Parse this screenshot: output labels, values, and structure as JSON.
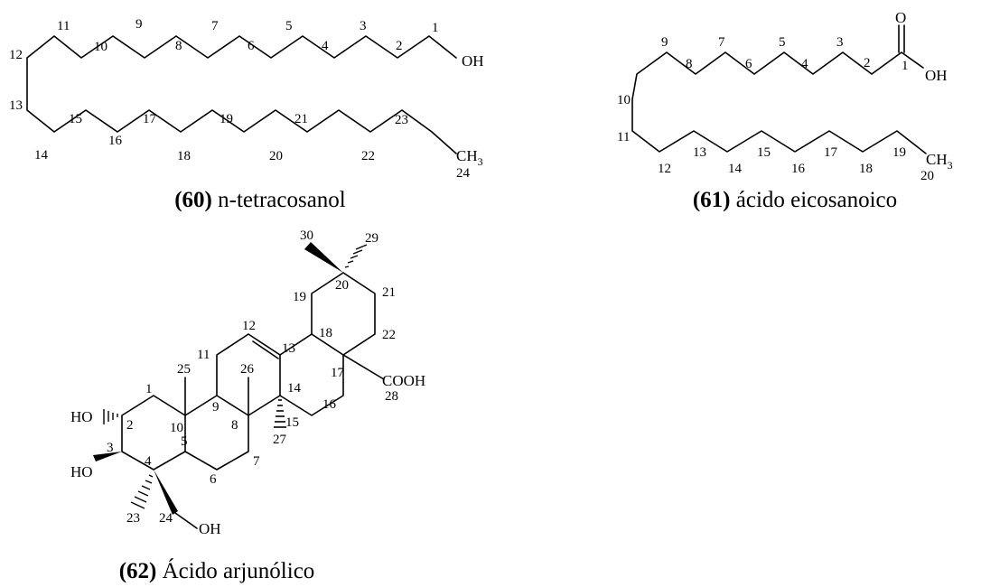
{
  "compounds": [
    {
      "number": "(60)",
      "name": "n-tetracosanol",
      "atoms": [
        "1",
        "2",
        "3",
        "4",
        "5",
        "6",
        "7",
        "8",
        "9",
        "10",
        "11",
        "12",
        "13",
        "14",
        "15",
        "16",
        "17",
        "18",
        "19",
        "20",
        "21",
        "22",
        "23",
        "24"
      ],
      "groups": {
        "oh": "OH",
        "ch": "CH",
        "sub3": "3"
      }
    },
    {
      "number": "(61)",
      "name": "ácido eicosanoico",
      "atoms": [
        "1",
        "2",
        "3",
        "4",
        "5",
        "6",
        "7",
        "8",
        "9",
        "10",
        "11",
        "12",
        "13",
        "14",
        "15",
        "16",
        "17",
        "18",
        "19",
        "20"
      ],
      "groups": {
        "o": "O",
        "oh": "OH",
        "ch": "CH",
        "sub3": "3"
      }
    },
    {
      "number": "(62)",
      "name": "Ácido arjunólico",
      "atoms": [
        "1",
        "2",
        "3",
        "4",
        "5",
        "6",
        "7",
        "8",
        "9",
        "10",
        "11",
        "12",
        "13",
        "14",
        "15",
        "16",
        "17",
        "18",
        "19",
        "20",
        "21",
        "22",
        "23",
        "24",
        "25",
        "26",
        "27",
        "28",
        "29",
        "30"
      ],
      "groups": {
        "ho2": "HO",
        "ho3": "HO",
        "oh24": "OH",
        "cooh": "COOH"
      }
    }
  ]
}
